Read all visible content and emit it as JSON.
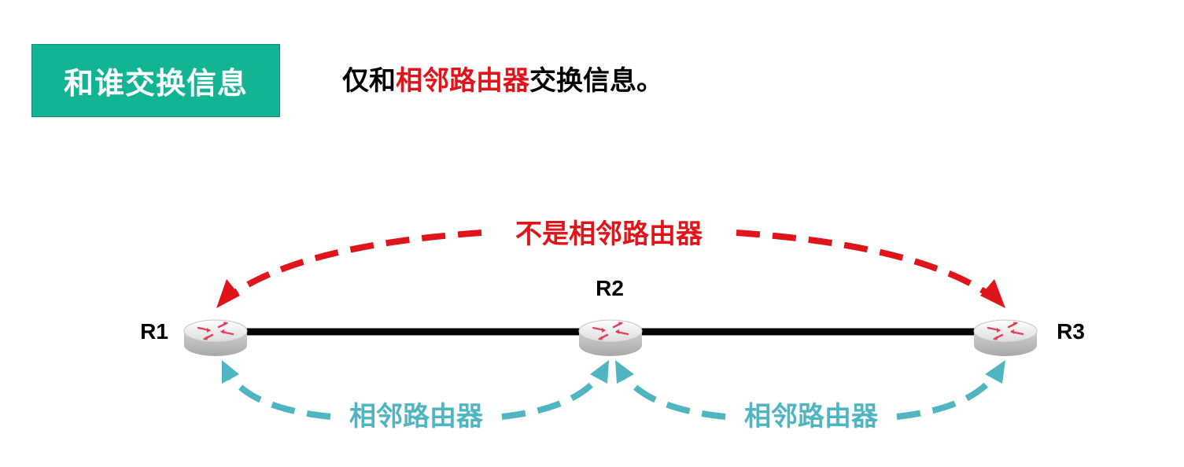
{
  "tag_box": {
    "label": "和谁交换信息",
    "color": "#12b494"
  },
  "headline": {
    "prefix": "仅和",
    "highlight": "相邻路由器",
    "suffix": "交换信息。",
    "highlight_color": "#e0141b"
  },
  "routers": [
    {
      "label": "R1"
    },
    {
      "label": "R2"
    },
    {
      "label": "R3"
    }
  ],
  "arcs": {
    "not_neighbor": {
      "label": "不是相邻路由器",
      "color": "#e0141b"
    },
    "neighbor_left": {
      "label": "相邻路由器",
      "color": "#4fb5c0"
    },
    "neighbor_right": {
      "label": "相邻路由器",
      "color": "#4fb5c0"
    }
  }
}
